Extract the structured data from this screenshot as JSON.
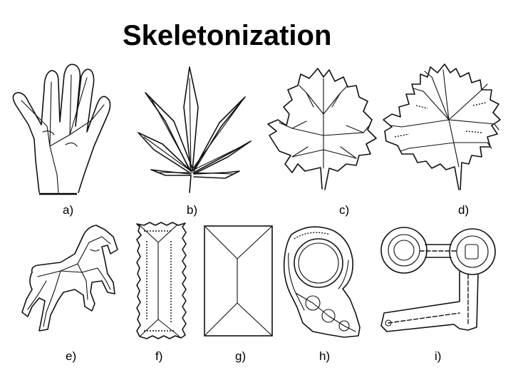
{
  "slide": {
    "title": "Skeletonization"
  },
  "panels": [
    {
      "label": "a)",
      "icon": "hand-skeleton"
    },
    {
      "label": "b)",
      "icon": "cannabis-leaf-skeleton"
    },
    {
      "label": "c)",
      "icon": "maple-leaf-skeleton"
    },
    {
      "label": "d)",
      "icon": "oak-leaf-skeleton"
    },
    {
      "label": "e)",
      "icon": "horse-skeleton"
    },
    {
      "label": "f)",
      "icon": "noisy-rectangle-skeleton"
    },
    {
      "label": "g)",
      "icon": "rectangle-skeleton"
    },
    {
      "label": "h)",
      "icon": "wrench-skeleton"
    },
    {
      "label": "i)",
      "icon": "key-skeleton"
    }
  ]
}
